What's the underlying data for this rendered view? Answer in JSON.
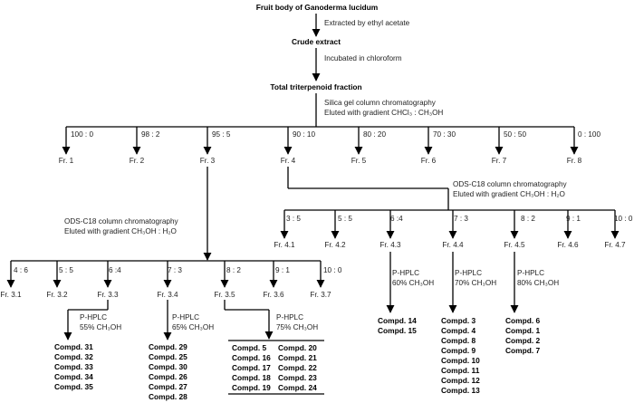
{
  "main_flow": {
    "fruit_body": "Fruit body of Ganoderma lucidum",
    "extracted": "Extracted by ethyl acetate",
    "crude": "Crude extract",
    "incubated": "Incubated in chloroform",
    "total": "Total triterpenoid fraction",
    "silica_1": "Silica gel column chromatography",
    "silica_2": "Eluted with gradient CHCl₃ : CH₃OH"
  },
  "level1": {
    "ratios": [
      "100 : 0",
      "98 : 2",
      "95 : 5",
      "90 : 10",
      "80 : 20",
      "70 : 30",
      "50 : 50",
      "0 : 100"
    ],
    "fractions": [
      "Fr. 1",
      "Fr. 2",
      "Fr. 3",
      "Fr. 4",
      "Fr. 5",
      "Fr. 6",
      "Fr. 7",
      "Fr. 8"
    ]
  },
  "fr4_branch": {
    "method_1": "ODS-C18 column chromatography",
    "method_2": "Eluted with gradient CH₃OH : H₂O",
    "ratios": [
      "3 : 5",
      "5 : 5",
      "6 :4",
      "7 : 3",
      "8 : 2",
      "9 : 1",
      "10 : 0"
    ],
    "fractions": [
      "Fr. 4.1",
      "Fr. 4.2",
      "Fr. 4.3",
      "Fr. 4.4",
      "Fr. 4.5",
      "Fr. 4.6",
      "Fr. 4.7"
    ],
    "hplc": [
      {
        "label": "P-HPLC",
        "conc": "60% CH₃OH",
        "compounds": [
          "Compd. 14",
          "Compd. 15"
        ]
      },
      {
        "label": "P-HPLC",
        "conc": "70% CH₃OH",
        "compounds": [
          "Compd. 3",
          "Compd. 4",
          "Compd. 8",
          "Compd. 9",
          "Compd. 10",
          "Compd. 11",
          "Compd. 12",
          "Compd. 13"
        ]
      },
      {
        "label": "P-HPLC",
        "conc": "80% CH₃OH",
        "compounds": [
          "Compd. 6",
          "Compd. 1",
          "Compd. 2",
          "Compd. 7"
        ]
      }
    ]
  },
  "fr3_branch": {
    "method_1": "ODS-C18 column chromatography",
    "method_2": "Eluted with gradient CH₃OH : H₂O",
    "ratios": [
      "4 : 6",
      "5 : 5",
      "6 :4",
      "7 : 3",
      "8 : 2",
      "9 : 1",
      "10 : 0"
    ],
    "fractions": [
      "Fr. 3.1",
      "Fr. 3.2",
      "Fr. 3.3",
      "Fr. 3.4",
      "Fr. 3.5",
      "Fr. 3.6",
      "Fr. 3.7"
    ],
    "hplc": [
      {
        "label": "P-HPLC",
        "conc": "55% CH₃OH",
        "compounds": [
          "Compd. 31",
          "Compd. 32",
          "Compd. 33",
          "Compd. 34",
          "Compd. 35"
        ]
      },
      {
        "label": "P-HPLC",
        "conc": "65% CH₃OH",
        "compounds": [
          "Compd. 29",
          "Compd. 25",
          "Compd. 30",
          "Compd. 26",
          "Compd. 27",
          "Compd. 28"
        ]
      },
      {
        "label": "P-HPLC",
        "conc": "75% CH₃OH",
        "compounds_left": [
          "Compd. 5",
          "Compd. 16",
          "Compd. 17",
          "Compd. 18",
          "Compd. 19"
        ],
        "compounds_right": [
          "Compd. 20",
          "Compd. 21",
          "Compd. 22",
          "Compd. 23",
          "Compd. 24"
        ]
      }
    ]
  }
}
